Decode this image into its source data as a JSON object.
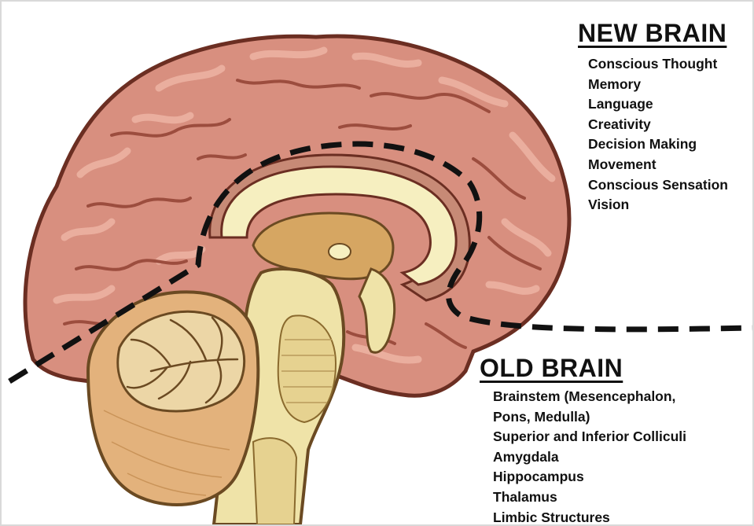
{
  "new_brain": {
    "title": "NEW BRAIN",
    "items": [
      "Conscious Thought",
      "Memory",
      "Language",
      "Creativity",
      "Decision Making",
      "Movement",
      "Conscious Sensation",
      "Vision"
    ]
  },
  "old_brain": {
    "title": "OLD BRAIN",
    "items": [
      "Brainstem (Mesencephalon,",
      "Pons, Medulla)",
      "Superior and Inferior Colliculi",
      "Amygdala",
      "Hippocampus",
      "Thalamus",
      "Limbic Structures"
    ]
  },
  "colors": {
    "cortex": "#d88f7f",
    "cortex_outline": "#6b2e22",
    "cortex_highlight": "#ecb2a2",
    "cortex_groove": "#9c4d3e",
    "corpus_callosum": "#f6efc0",
    "brainstem": "#efe3a8",
    "cerebellum": "#e3b27c",
    "cerebellum_inner": "#ecd6a6",
    "divider_line": "#111111"
  }
}
